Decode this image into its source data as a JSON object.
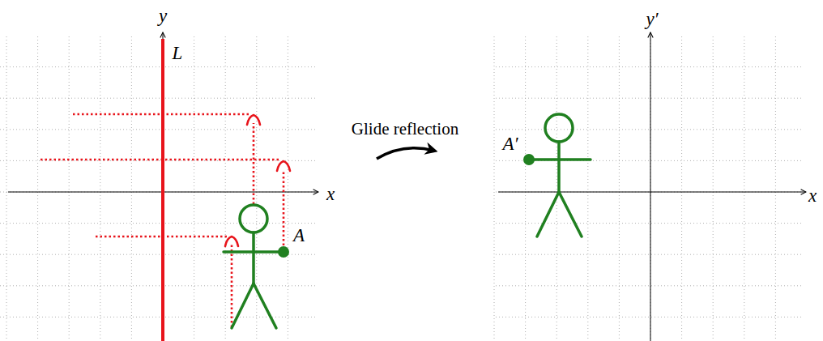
{
  "diagram": {
    "labels": [
      "y",
      "L",
      "x",
      "A",
      "Glide reflection",
      "A′",
      "y′",
      "x"
    ]
  }
}
